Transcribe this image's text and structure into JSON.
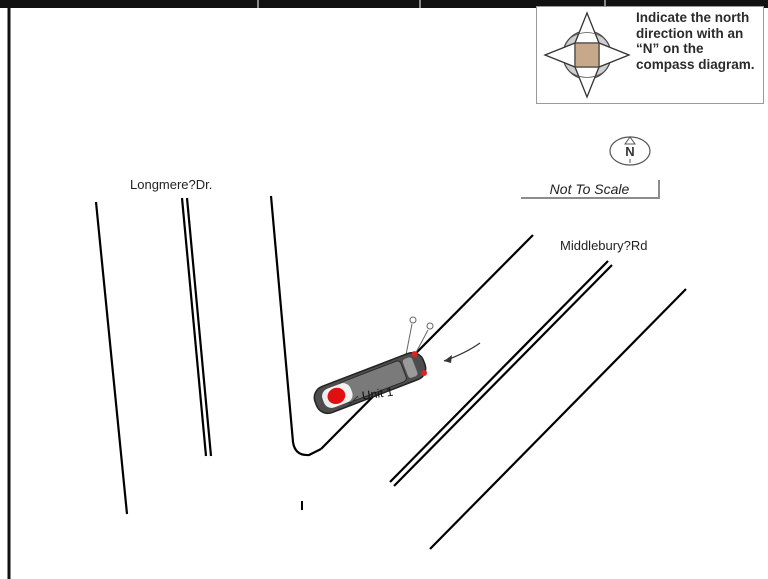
{
  "compass_instructions": "Indicate the north direction with an “N” on the compass diagram.",
  "north_marker": "N",
  "streets": {
    "longmere": "Longmere?Dr.",
    "middlebury": "Middlebury?Rd"
  },
  "scale_note": "Not To Scale",
  "vehicle_label": "Unit 1",
  "colors": {
    "road_lines": "#000000",
    "impact_marker": "#e01010",
    "vehicle_body": "#5a5a5a"
  }
}
